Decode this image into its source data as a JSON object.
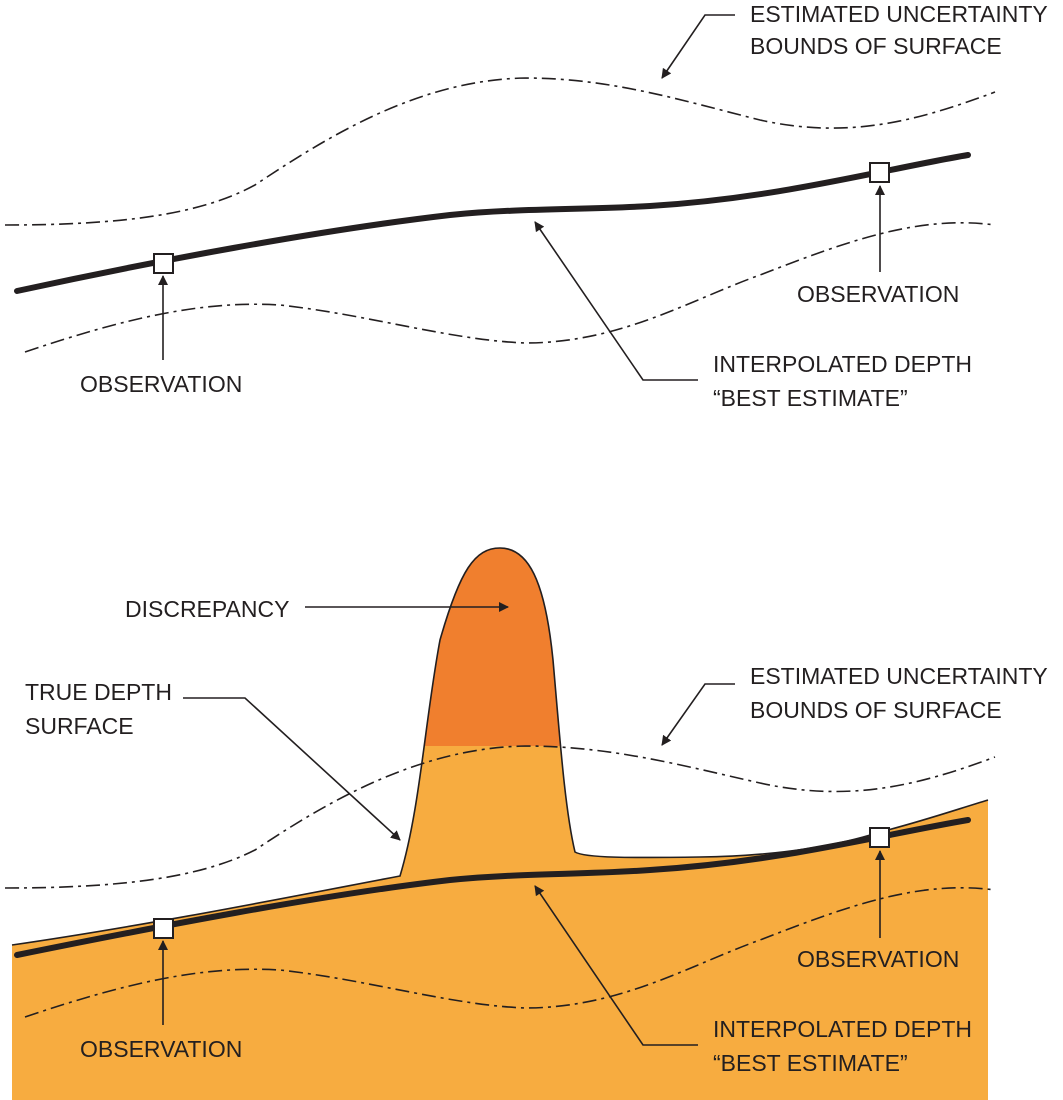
{
  "top_panel": {
    "uncertainty_label": [
      "ESTIMATED UNCERTAINTY",
      "BOUNDS OF SURFACE"
    ],
    "observation_left_label": "OBSERVATION",
    "observation_right_label": "OBSERVATION",
    "interpolated_label": [
      "INTERPOLATED DEPTH",
      "“BEST ESTIMATE”"
    ]
  },
  "bottom_panel": {
    "discrepancy_label": "DISCREPANCY",
    "true_depth_label": [
      "TRUE DEPTH",
      "SURFACE"
    ],
    "uncertainty_label": [
      "ESTIMATED UNCERTAINTY",
      "BOUNDS OF SURFACE"
    ],
    "observation_left_label": "OBSERVATION",
    "observation_right_label": "OBSERVATION",
    "interpolated_label": [
      "INTERPOLATED DEPTH",
      "“BEST ESTIMATE”"
    ]
  },
  "colors": {
    "terrain_fill": "#f7ac40",
    "discrepancy_fill": "#f07f2e",
    "line": "#231f20",
    "background": "#ffffff"
  }
}
